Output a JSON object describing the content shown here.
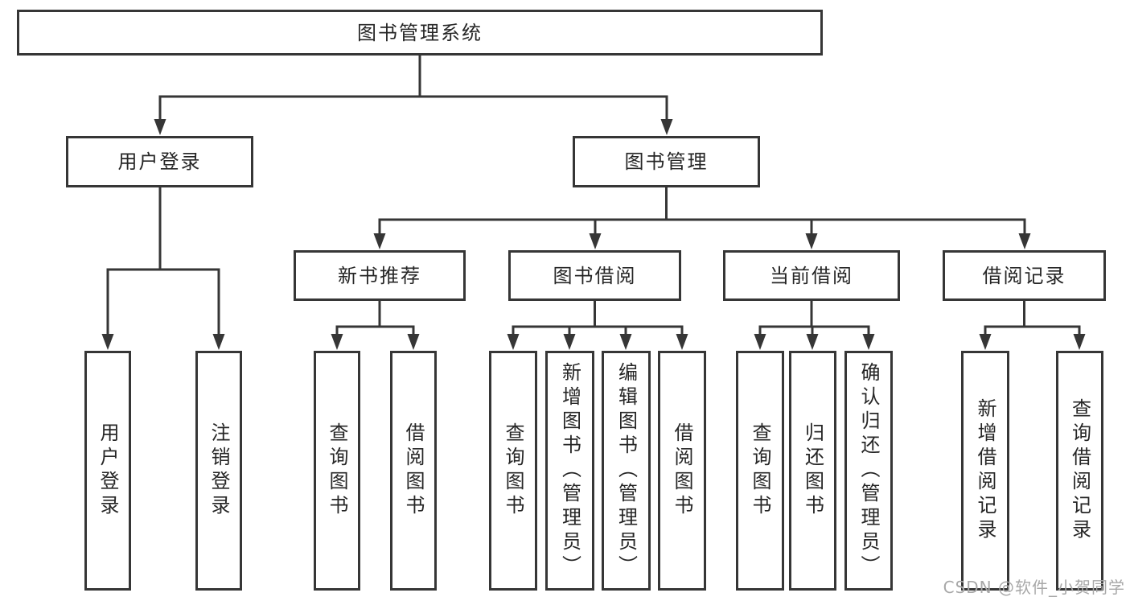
{
  "diagram": {
    "root": {
      "label": "图书管理系统"
    },
    "level2": [
      {
        "label": "用户登录"
      },
      {
        "label": "图书管理"
      }
    ],
    "level3": [
      {
        "label": "新书推荐"
      },
      {
        "label": "图书借阅"
      },
      {
        "label": "当前借阅"
      },
      {
        "label": "借阅记录"
      }
    ],
    "leaves": [
      {
        "label": "用户登录"
      },
      {
        "label": "注销登录"
      },
      {
        "label": "查询图书"
      },
      {
        "label": "借阅图书"
      },
      {
        "label": "查询图书"
      },
      {
        "label": "新增图书（管理员）"
      },
      {
        "label": "编辑图书（管理员）"
      },
      {
        "label": "借阅图书"
      },
      {
        "label": "查询图书"
      },
      {
        "label": "归还图书"
      },
      {
        "label": "确认归还（管理员）"
      },
      {
        "label": "新增借阅记录"
      },
      {
        "label": "查询借阅记录"
      }
    ],
    "hierarchy": {
      "图书管理系统": [
        "用户登录",
        "图书管理"
      ],
      "用户登录": [
        "用户登录",
        "注销登录"
      ],
      "图书管理": [
        "新书推荐",
        "图书借阅",
        "当前借阅",
        "借阅记录"
      ],
      "新书推荐": [
        "查询图书",
        "借阅图书"
      ],
      "图书借阅": [
        "查询图书",
        "新增图书（管理员）",
        "编辑图书（管理员）",
        "借阅图书"
      ],
      "当前借阅": [
        "查询图书",
        "归还图书",
        "确认归还（管理员）"
      ],
      "借阅记录": [
        "新增借阅记录",
        "查询借阅记录"
      ]
    },
    "colors": {
      "line": "#363636",
      "text": "#262626",
      "box_background": "#ffffff",
      "watermark": "#a8a8a8",
      "page_background": "#ffffff"
    }
  },
  "watermark": {
    "text": "CSDN @软件_小贺同学"
  }
}
